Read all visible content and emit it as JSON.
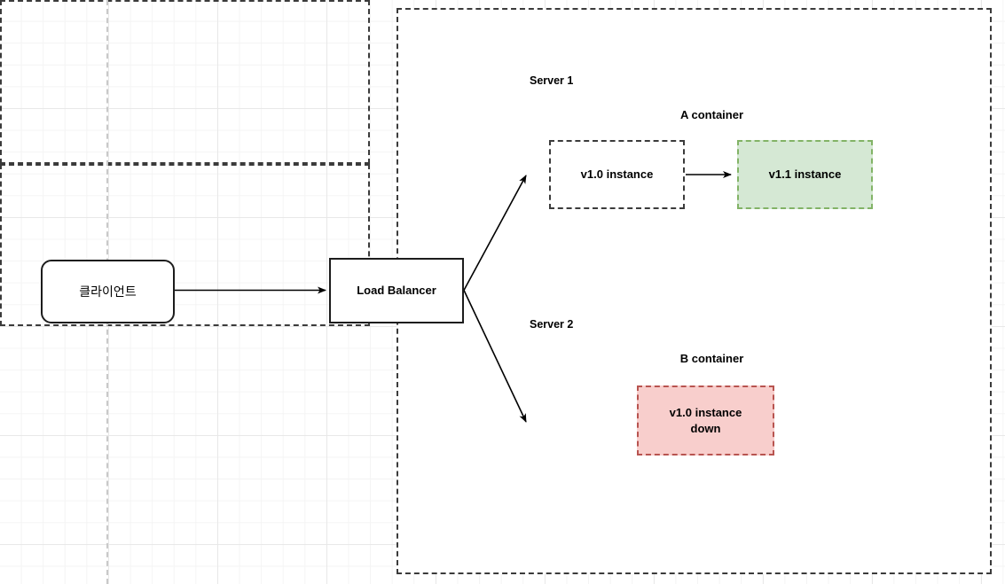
{
  "diagram": {
    "title": "Blue-green / rolling deployment across servers",
    "background": {
      "grid": "on",
      "minor_grid_color": "#f4f4f4",
      "major_grid_color": "#e8e8e8",
      "page_break_color": "#c9c9c9"
    },
    "colors": {
      "stroke": "#3b3b3b",
      "solid_stroke": "#1c1c1c",
      "green_fill": "#d5e8d4",
      "green_border": "#82b366",
      "red_fill": "#f8cecc",
      "red_border": "#b85450",
      "text": "#000000"
    },
    "nodes": {
      "client": {
        "label": "클라이언트",
        "shape": "rounded-rectangle"
      },
      "load_balancer": {
        "label": "Load Balancer",
        "shape": "rectangle"
      },
      "server1": {
        "label": "Server 1"
      },
      "server2": {
        "label": "Server 2"
      },
      "container_a": {
        "label": "A container"
      },
      "container_b": {
        "label": "B container"
      },
      "instance_v10_a": {
        "label": "v1.0 instance",
        "state": "running"
      },
      "instance_v11_a": {
        "label": "v1.1 instance",
        "state": "new"
      },
      "instance_v10_b": {
        "label": "v1.0 instance\ndown",
        "state": "down"
      }
    },
    "edges": [
      {
        "from": "client",
        "to": "load_balancer",
        "style": "solid-arrow"
      },
      {
        "from": "load_balancer",
        "to": "server1",
        "style": "solid-arrow"
      },
      {
        "from": "load_balancer",
        "to": "server2",
        "style": "solid-arrow"
      },
      {
        "from": "instance_v10_a",
        "to": "instance_v11_a",
        "style": "solid-arrow"
      }
    ]
  }
}
